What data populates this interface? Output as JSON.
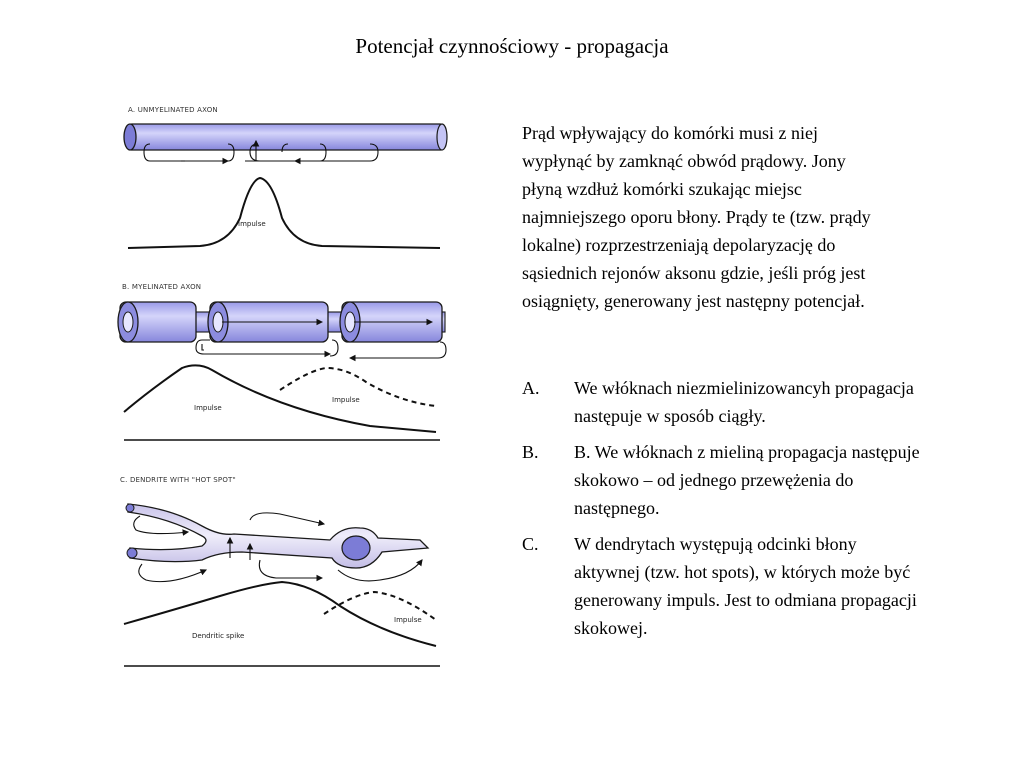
{
  "title": "Potencjał czynnościowy - propagacja",
  "figure": {
    "panel_a_label": "A. UNMYELINATED AXON",
    "panel_a_curve_label": "Impulse",
    "panel_b_label": "B. MYELINATED AXON",
    "panel_b_curve_label_1": "Impulse",
    "panel_b_curve_label_2": "Impulse",
    "panel_c_label": "C. DENDRITE WITH \"HOT SPOT\"",
    "panel_c_curve_label_1": "Dendritic spike",
    "panel_c_curve_label_2": "Impulse",
    "colors": {
      "membrane": "#b9b9f2",
      "membrane_dark": "#7c7cd6",
      "dendrite": "#dedaf0",
      "outline": "#1a1a1a"
    }
  },
  "paragraph": {
    "lines": [
      "Prąd wpływający do komórki musi z niej",
      "wypłynąć by zamknąć obwód prądowy. Jony",
      "płyną wzdłuż komórki szukając miejsc",
      "najmniejszego oporu błony. Prądy te (tzw. prądy",
      "lokalne) rozprzestrzeniają depolaryzację do",
      "sąsiednich rejonów aksonu gdzie, jeśli próg jest",
      "osiągnięty, generowany jest następny potencjał."
    ]
  },
  "list": [
    {
      "marker": "A.",
      "lines": [
        "We włóknach niezmielinizowancyh propagacja",
        "następuje w sposób ciągły."
      ]
    },
    {
      "marker": "B.",
      "lines": [
        "B. We włóknach z mieliną propagacja następuje",
        "skokowo – od jednego przewężenia do",
        "następnego."
      ]
    },
    {
      "marker": "C.",
      "lines": [
        "W dendrytach występują odcinki błony",
        "aktywnej (tzw. hot spots), w których może być",
        "generowany impuls. Jest to odmiana propagacji",
        "skokowej."
      ]
    }
  ]
}
